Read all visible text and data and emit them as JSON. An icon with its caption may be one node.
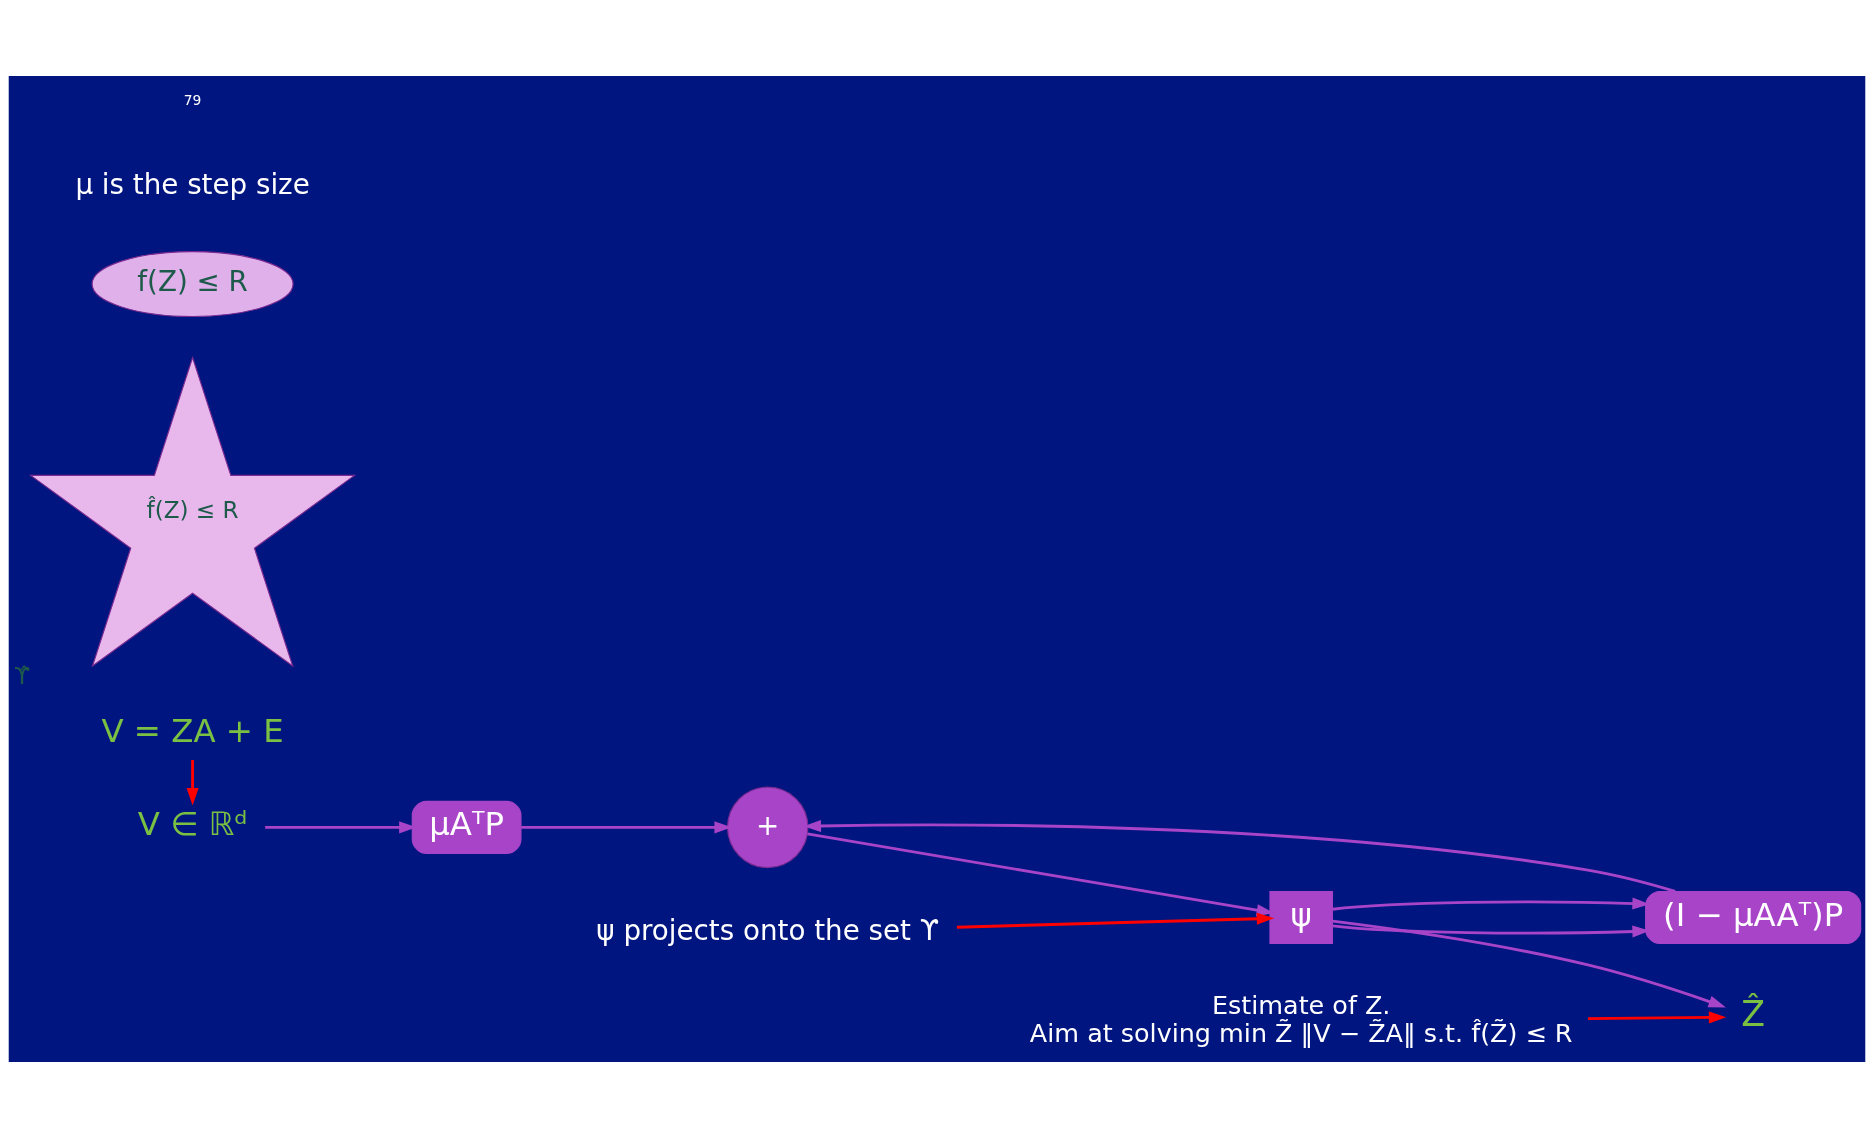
{
  "diagram": {
    "nodes": [
      {
        "text": [
          "V ∈ ℝᵈ"
        ]
      },
      {
        "text": [
          "μAᵀP"
        ]
      },
      {
        "text": [
          "+"
        ]
      },
      {
        "text": [
          "ψ"
        ]
      },
      {
        "text": [
          "(I − μAAᵀ)P"
        ]
      },
      {
        "text": [
          "Ẑ"
        ]
      },
      {
        "text": [
          "V = ZA + E"
        ]
      },
      {
        "text": [
          "ψ projects onto the set ϒ"
        ]
      },
      {
        "text": [
          "Estimate of Z.",
          "Aim at solving min Z̃ ‖V − Z̃A‖ s.t. f̂(Z̃) ≤ R"
        ]
      },
      {
        "text": [
          "f̂(Z) ≤ R"
        ],
        "beside": [
          "ϒ̂"
        ]
      },
      {
        "text": [
          "f(Z) ≤ R"
        ]
      }
    ],
    "edges": [
      {
        "from": 0,
        "to": 1,
        "arrow": "to"
      },
      {
        "from": 1,
        "to": 2,
        "arrow": "to"
      },
      {
        "from": 2,
        "to": 3,
        "arrow": "to"
      },
      {
        "from": 3,
        "to": 5,
        "arrow": "to"
      },
      {
        "from": 3,
        "to": 4,
        "arrow": "to"
      },
      {
        "from": 3,
        "to": 4,
        "arrow": "to"
      },
      {
        "from": 4,
        "to": 2,
        "arrow": "to"
      },
      {
        "from": 6,
        "to": 0,
        "arrow": "to",
        "color": "#ff0000"
      },
      {
        "from": 7,
        "to": 3,
        "arrow": "to",
        "color": "#ff0000"
      },
      {
        "from": 8,
        "to": 5,
        "arrow": "to",
        "color": "#ff0000"
      }
    ],
    "labels": [
      "μ is the step size",
      "79"
    ]
  }
}
